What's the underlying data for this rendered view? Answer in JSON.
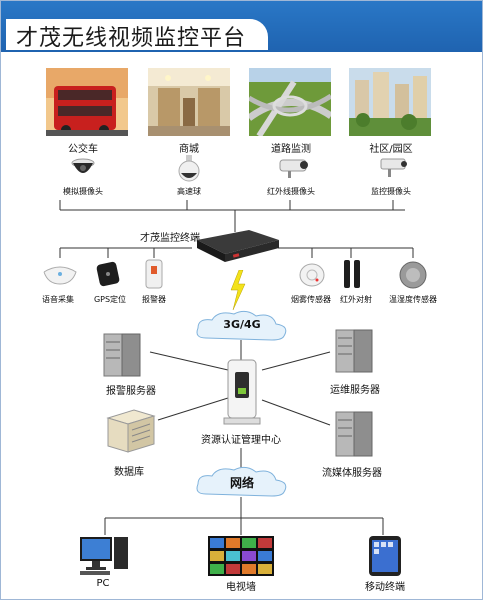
{
  "title": "才茂无线视频监控平台",
  "scenes": [
    {
      "label": "公交车",
      "camera_label": "模拟摄像头",
      "camera_icon": "dome-camera-icon"
    },
    {
      "label": "商城",
      "camera_label": "高速球",
      "camera_icon": "speed-dome-icon"
    },
    {
      "label": "道路监测",
      "camera_label": "红外线摄像头",
      "camera_icon": "infrared-camera-icon"
    },
    {
      "label": "社区/园区",
      "camera_label": "监控摄像头",
      "camera_icon": "bullet-camera-icon"
    }
  ],
  "terminal_label": "才茂监控终端",
  "sensors": [
    {
      "label": "语音采集",
      "icon": "microphone-icon"
    },
    {
      "label": "GPS定位",
      "icon": "gps-icon"
    },
    {
      "label": "报警器",
      "icon": "alarm-icon"
    },
    {
      "label": "烟雾传感器",
      "icon": "smoke-sensor-icon"
    },
    {
      "label": "红外对射",
      "icon": "infrared-beam-icon"
    },
    {
      "label": "温湿度传感器",
      "icon": "temperature-humidity-icon"
    }
  ],
  "cloud_3g": "3G/4G",
  "servers": {
    "alarm": "报警服务器",
    "ops": "运维服务器",
    "db": "数据库",
    "stream": "流媒体服务器",
    "auth": "资源认证管理中心"
  },
  "cloud_net": "网络",
  "clients": [
    {
      "label": "PC",
      "icon": "pc-icon"
    },
    {
      "label": "电视墙",
      "icon": "video-wall-icon"
    },
    {
      "label": "移动终端",
      "icon": "tablet-icon"
    }
  ],
  "colors": {
    "title_blue": "#1f63b0",
    "line": "#333333"
  }
}
